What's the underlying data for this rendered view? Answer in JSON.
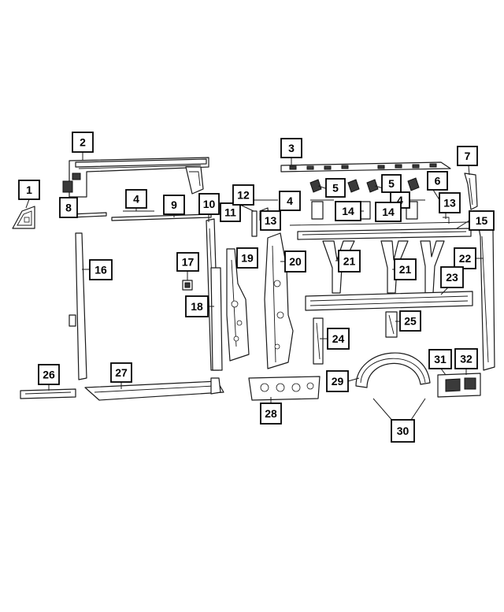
{
  "callouts": [
    {
      "label": "1"
    },
    {
      "label": "2"
    },
    {
      "label": "3"
    },
    {
      "label": "4"
    },
    {
      "label": "4"
    },
    {
      "label": "4"
    },
    {
      "label": "4"
    },
    {
      "label": "5"
    },
    {
      "label": "5"
    },
    {
      "label": "6"
    },
    {
      "label": "7"
    },
    {
      "label": "8"
    },
    {
      "label": "9"
    },
    {
      "label": "10"
    },
    {
      "label": "11"
    },
    {
      "label": "12"
    },
    {
      "label": "13"
    },
    {
      "label": "13"
    },
    {
      "label": "14"
    },
    {
      "label": "14"
    },
    {
      "label": "15"
    },
    {
      "label": "16"
    },
    {
      "label": "17"
    },
    {
      "label": "18"
    },
    {
      "label": "19"
    },
    {
      "label": "20"
    },
    {
      "label": "21"
    },
    {
      "label": "21"
    },
    {
      "label": "22"
    },
    {
      "label": "23"
    },
    {
      "label": "24"
    },
    {
      "label": "25"
    },
    {
      "label": "26"
    },
    {
      "label": "27"
    },
    {
      "label": "28"
    },
    {
      "label": "29"
    },
    {
      "label": "30"
    },
    {
      "label": "31"
    },
    {
      "label": "32"
    }
  ]
}
